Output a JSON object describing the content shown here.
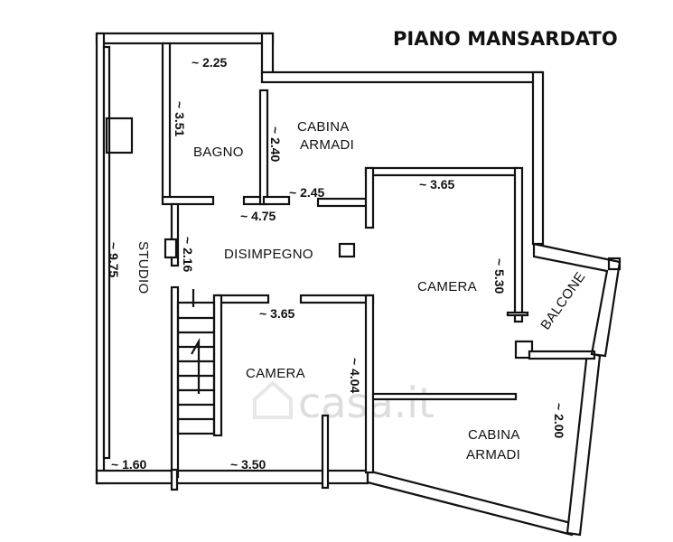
{
  "title": "PIANO MANSARDATO",
  "watermark": "casa.it",
  "rooms": {
    "bagno": "BAGNO",
    "cabina_armadi_top_line1": "CABINA",
    "cabina_armadi_top_line2": "ARMADI",
    "studio": "STUDIO",
    "disimpegno": "DISIMPEGNO",
    "camera_right": "CAMERA",
    "camera_left": "CAMERA",
    "balcone": "BALCONE",
    "cabina_armadi_bottom_line1": "CABINA",
    "cabina_armadi_bottom_line2": "ARMADI"
  },
  "dimensions": {
    "bagno_width": "~ 2.25",
    "bagno_depth": "~ 3.51",
    "cabina_top_depth": "~ 2.40",
    "cabina_top_width": "~ 2.45",
    "disimpegno_width": "~ 4.75",
    "studio_length": "~ 9.75",
    "disimpegno_depth": "~ 2.16",
    "camera_right_width": "~ 3.65",
    "camera_right_depth": "~ 5.30",
    "camera_left_width": "~ 3.65",
    "camera_left_depth": "~ 4.04",
    "studio_width": "~ 1.60",
    "bottom_width": "~ 3.50",
    "cabina_bottom_depth": "~ 2.00"
  },
  "colors": {
    "wall": "#111111",
    "background": "#ffffff",
    "watermark": "#dddddd"
  }
}
